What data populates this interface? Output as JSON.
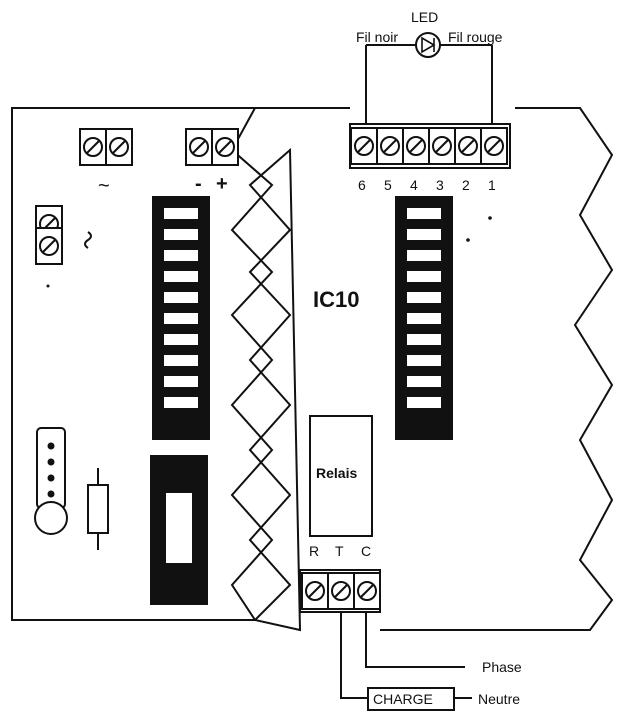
{
  "led": {
    "label": "LED",
    "wire_black": "Fil noir",
    "wire_red": "Fil rouge"
  },
  "terminal_numbers": [
    "6",
    "5",
    "4",
    "3",
    "2",
    "1"
  ],
  "left_board": {
    "ac_symbol": "~",
    "minus": "-",
    "plus": "+"
  },
  "ic_label": "IC10",
  "relay_label": "Relais",
  "relay_terminals": [
    "R",
    "T",
    "C"
  ],
  "phase_label": "Phase",
  "charge_label": "CHARGE",
  "neutral_label": "Neutre"
}
